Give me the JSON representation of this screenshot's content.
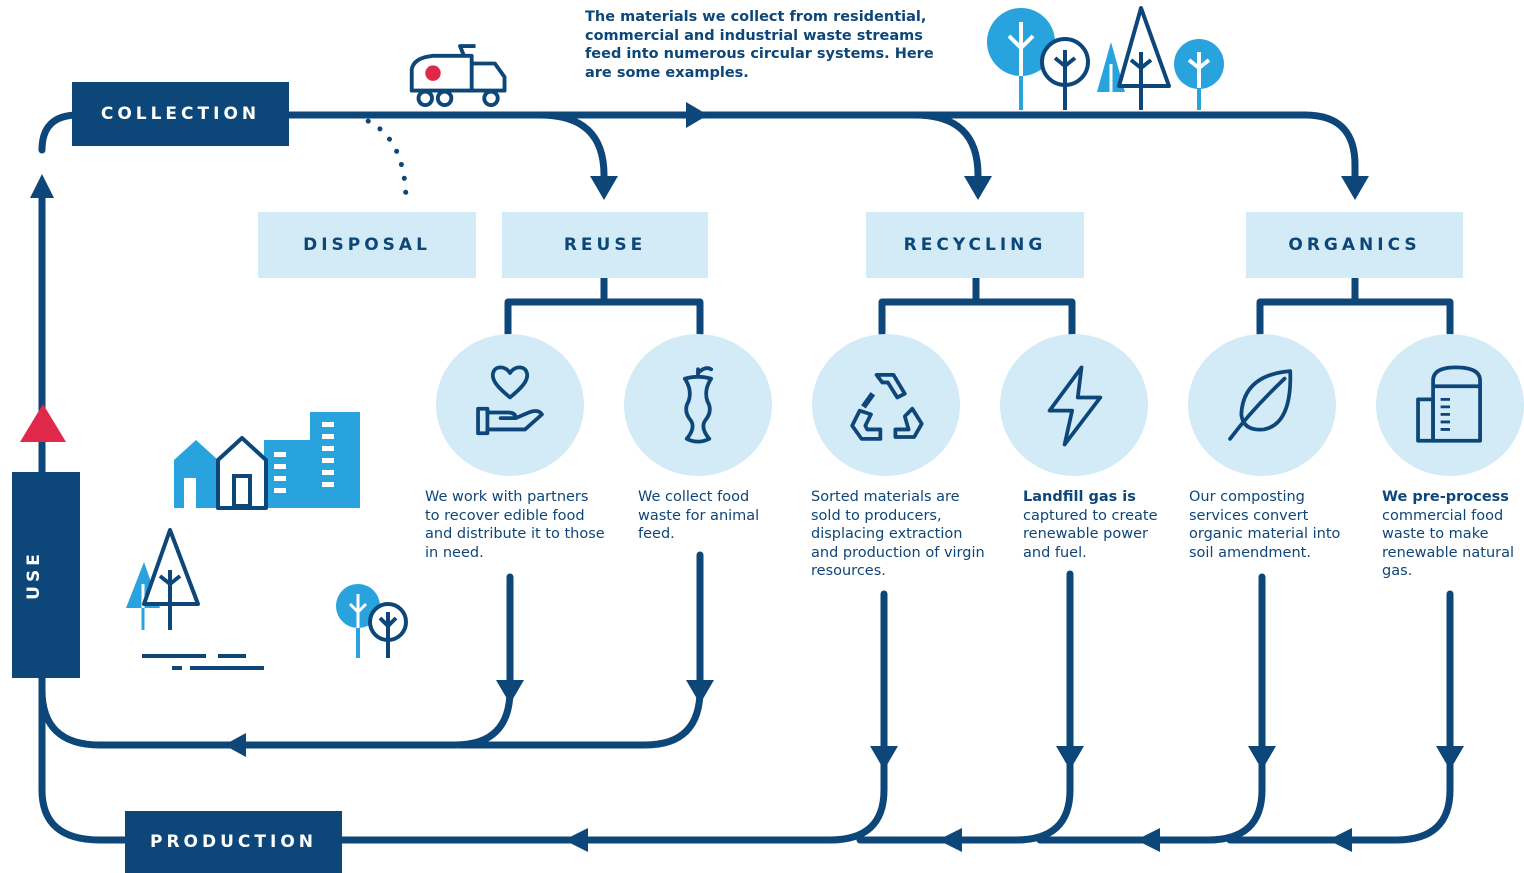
{
  "intro_text": "The materials we collect from residential, commercial and industrial waste streams feed into numerous circular systems. Here are some examples.",
  "stages": {
    "collection": "COLLECTION",
    "disposal": "DISPOSAL",
    "reuse": "REUSE",
    "recycling": "RECYCLING",
    "organics": "ORGANICS",
    "use": "USE",
    "production": "PRODUCTION"
  },
  "branches": [
    {
      "icon": "heart-hand-icon",
      "text_bold": "",
      "text": "We work with partners to recover edible food and distribute it to those in need."
    },
    {
      "icon": "apple-core-icon",
      "text_bold": "",
      "text": "We collect food waste for animal feed."
    },
    {
      "icon": "recycle-icon",
      "text_bold": "",
      "text": "Sorted materials are sold to producers, displacing extraction and production of virgin resources."
    },
    {
      "icon": "lightning-icon",
      "text_bold": "Landfill gas is",
      "text": " captured to create renewable power and fuel."
    },
    {
      "icon": "leaf-icon",
      "text_bold": "",
      "text": "Our composting services convert organic material into soil amendment."
    },
    {
      "icon": "digester-icon",
      "text_bold": "We pre-process",
      "text": " commercial food waste to make renewable natural gas."
    }
  ],
  "colors": {
    "navy": "#0d4678",
    "light_blue": "#d3ebf7",
    "accent_blue": "#29a3dd",
    "red_arrow": "#e0284a"
  }
}
